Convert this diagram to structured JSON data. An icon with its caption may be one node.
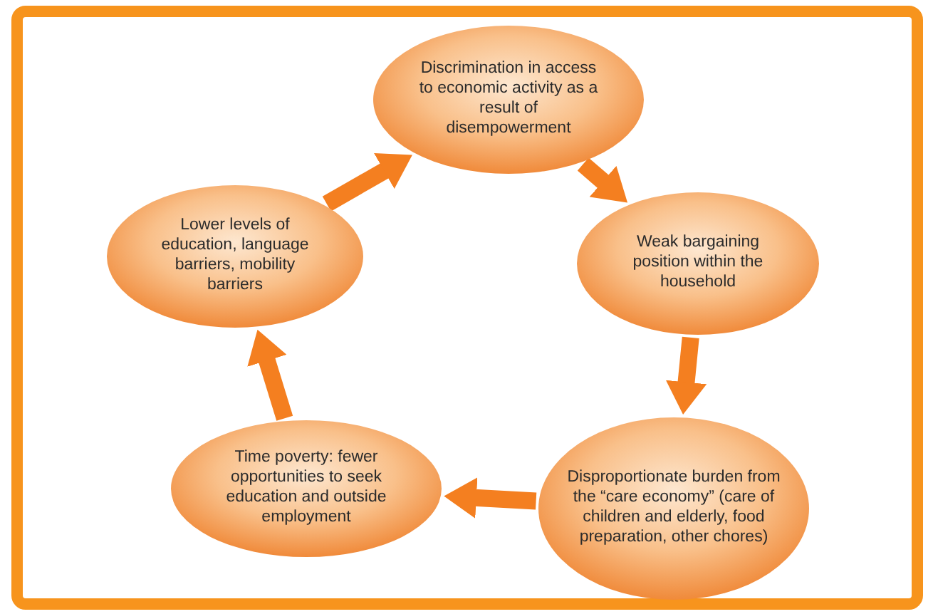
{
  "diagram": {
    "nodes": [
      {
        "text": [
          "Discrimination in access to economic activity as a result of disempowerment"
        ]
      },
      {
        "text": [
          "Weak bargaining position within the household"
        ]
      },
      {
        "text": [
          "Disproportionate burden from the “care economy” (care of children and elderly, food preparation, other chores)"
        ]
      },
      {
        "text": [
          "Time poverty: fewer opportunities to seek education and outside employment"
        ]
      },
      {
        "text": [
          "Lower levels of education, language barriers, mobility barriers"
        ]
      }
    ],
    "edges": [
      {
        "from": 4,
        "to": 0,
        "arrow": "to"
      },
      {
        "from": 0,
        "to": 1,
        "arrow": "to"
      },
      {
        "from": 1,
        "to": 2,
        "arrow": "to"
      },
      {
        "from": 2,
        "to": 3,
        "arrow": "to"
      },
      {
        "from": 3,
        "to": 4,
        "arrow": "to"
      }
    ]
  }
}
